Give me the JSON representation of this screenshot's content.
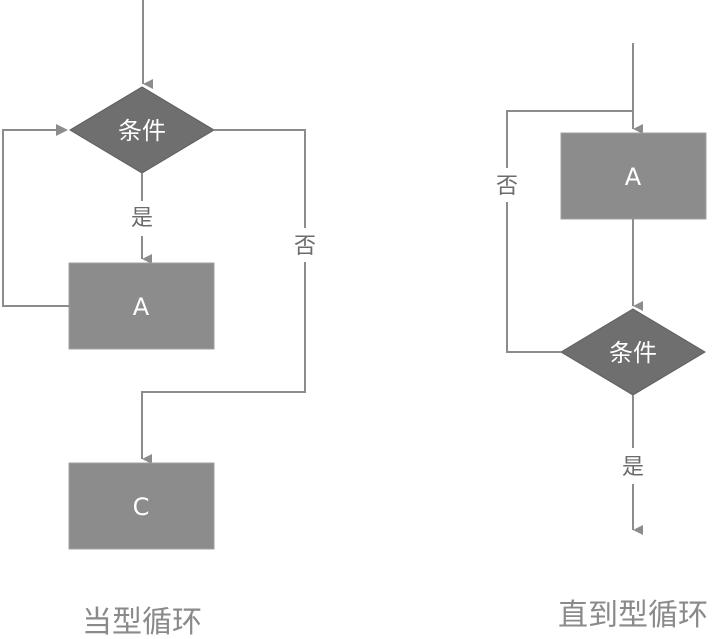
{
  "while_loop": {
    "caption": "当型循环",
    "condition_label": "条件",
    "yes_label": "是",
    "no_label": "否",
    "process_a": "A",
    "process_c": "C"
  },
  "until_loop": {
    "caption": "直到型循环",
    "condition_label": "条件",
    "yes_label": "是",
    "no_label": "否",
    "process_a": "A"
  },
  "colors": {
    "box_fill": "#8c8c8c",
    "diamond_fill": "#6f6f6f",
    "line": "#8c8c8c",
    "text": "#ffffff"
  }
}
